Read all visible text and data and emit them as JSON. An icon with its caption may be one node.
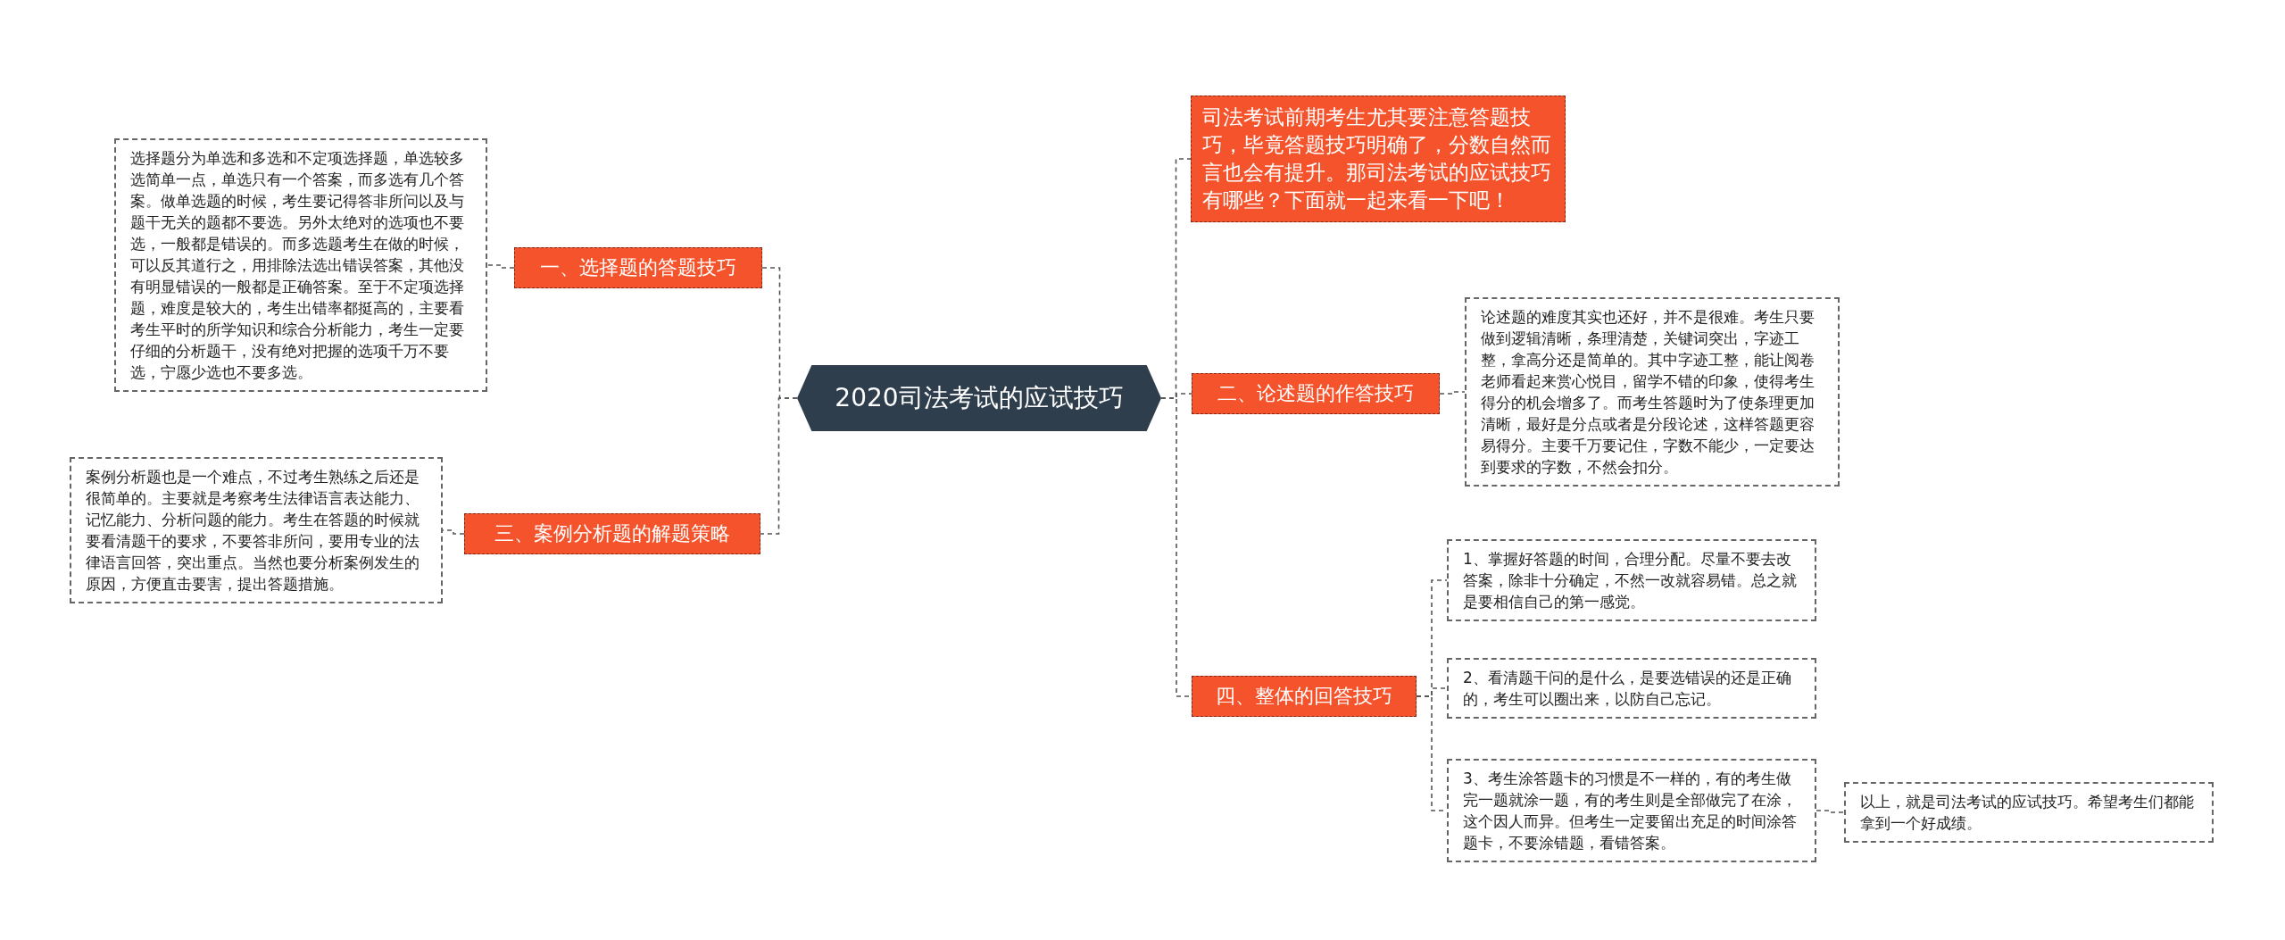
{
  "diagram": {
    "nodes": [
      {
        "text": [
          "2020司法考试的应试技巧"
        ]
      },
      {
        "text": [
          "司法考试前期考生尤其要注意答题技巧，毕竟答题技巧明确了，分数自然而言也会有提升。那司法考试的应试技巧有哪些？下面就一起来看一下吧！"
        ]
      },
      {
        "text": [
          "一、选择题的答题技巧"
        ]
      },
      {
        "text": [
          "选择题分为单选和多选和不定项选择题，单选较多选简单一点，单选只有一个答案，而多选有几个答案。做单选题的时候，考生要记得答非所问以及与题干无关的题都不要选。另外太绝对的选项也不要选，一般都是错误的。而多选题考生在做的时候，可以反其道行之，用排除法选出错误答案，其他没有明显错误的一般都是正确答案。至于不定项选择题，难度是较大的，考生出错率都挺高的，主要看考生平时的所学知识和综合分析能力，考生一定要仔细的分析题干，没有绝对把握的选项千万不要选，宁愿少选也不要多选。"
        ]
      },
      {
        "text": [
          "二、论述题的作答技巧"
        ]
      },
      {
        "text": [
          "论述题的难度其实也还好，并不是很难。考生只要做到逻辑清晰，条理清楚，关键词突出，字迹工整，拿高分还是简单的。其中字迹工整，能让阅卷老师看起来赏心悦目，留学不错的印象，使得考生得分的机会增多了。而考生答题时为了使条理更加清晰，最好是分点或者是分段论述，这样答题更容易得分。主要千万要记住，字数不能少，一定要达到要求的字数，不然会扣分。"
        ]
      },
      {
        "text": [
          "三、案例分析题的解题策略"
        ]
      },
      {
        "text": [
          "案例分析题也是一个难点，不过考生熟练之后还是很简单的。主要就是考察考生法律语言表达能力、记忆能力、分析问题的能力。考生在答题的时候就要看清题干的要求，不要答非所问，要用专业的法律语言回答，突出重点。当然也要分析案例发生的原因，方便直击要害，提出答题措施。"
        ]
      },
      {
        "text": [
          "四、整体的回答技巧"
        ]
      },
      {
        "text": [
          "1、掌握好答题的时间，合理分配。尽量不要去改答案，除非十分确定，不然一改就容易错。总之就是要相信自己的第一感觉。"
        ]
      },
      {
        "text": [
          "2、看清题干问的是什么，是要选错误的还是正确的，考生可以圈出来，以防自己忘记。"
        ]
      },
      {
        "text": [
          "3、考生涂答题卡的习惯是不一样的，有的考生做完一题就涂一题，有的考生则是全部做完了在涂，这个因人而异。但考生一定要留出充足的时间涂答题卡，不要涂错题，看错答案。"
        ]
      },
      {
        "text": [
          "以上，就是司法考试的应试技巧。希望考生们都能拿到一个好成绩。"
        ]
      }
    ],
    "edges": [
      {
        "from": 0,
        "to": 1,
        "arrow": "none",
        "style": "dashed"
      },
      {
        "from": 0,
        "to": 2,
        "arrow": "none",
        "style": "dashed"
      },
      {
        "from": 2,
        "to": 3,
        "arrow": "none",
        "style": "dashed"
      },
      {
        "from": 0,
        "to": 4,
        "arrow": "none",
        "style": "dashed"
      },
      {
        "from": 4,
        "to": 5,
        "arrow": "none",
        "style": "dashed"
      },
      {
        "from": 0,
        "to": 6,
        "arrow": "none",
        "style": "dashed"
      },
      {
        "from": 6,
        "to": 7,
        "arrow": "none",
        "style": "dashed"
      },
      {
        "from": 0,
        "to": 8,
        "arrow": "none",
        "style": "dashed"
      },
      {
        "from": 8,
        "to": 9,
        "arrow": "none",
        "style": "dashed"
      },
      {
        "from": 8,
        "to": 10,
        "arrow": "none",
        "style": "dashed"
      },
      {
        "from": 8,
        "to": 11,
        "arrow": "none",
        "style": "dashed"
      },
      {
        "from": 11,
        "to": 12,
        "arrow": "none",
        "style": "dashed"
      }
    ]
  }
}
